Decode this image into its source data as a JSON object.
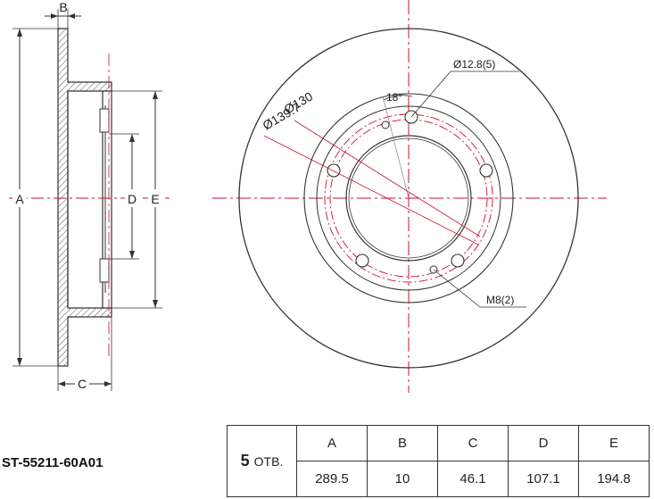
{
  "part_number": "ST-55211-60A01",
  "holes": {
    "count": "5",
    "unit": "ОТВ."
  },
  "table": {
    "headers": [
      "A",
      "B",
      "C",
      "D",
      "E"
    ],
    "values": [
      "289.5",
      "10",
      "46.1",
      "107.1",
      "194.8"
    ]
  },
  "side_labels": {
    "a": "A",
    "b": "B",
    "c": "C",
    "d": "D",
    "e": "E"
  },
  "front_labels": {
    "hole_diameter": "Ø12.8(5)",
    "angle": "18°",
    "bolt_circle": "Ø130",
    "bolt_circle_outer": "Ø139.7",
    "thread": "M8(2)"
  },
  "colors": {
    "line": "#333333",
    "centerline": "#c8102e"
  }
}
